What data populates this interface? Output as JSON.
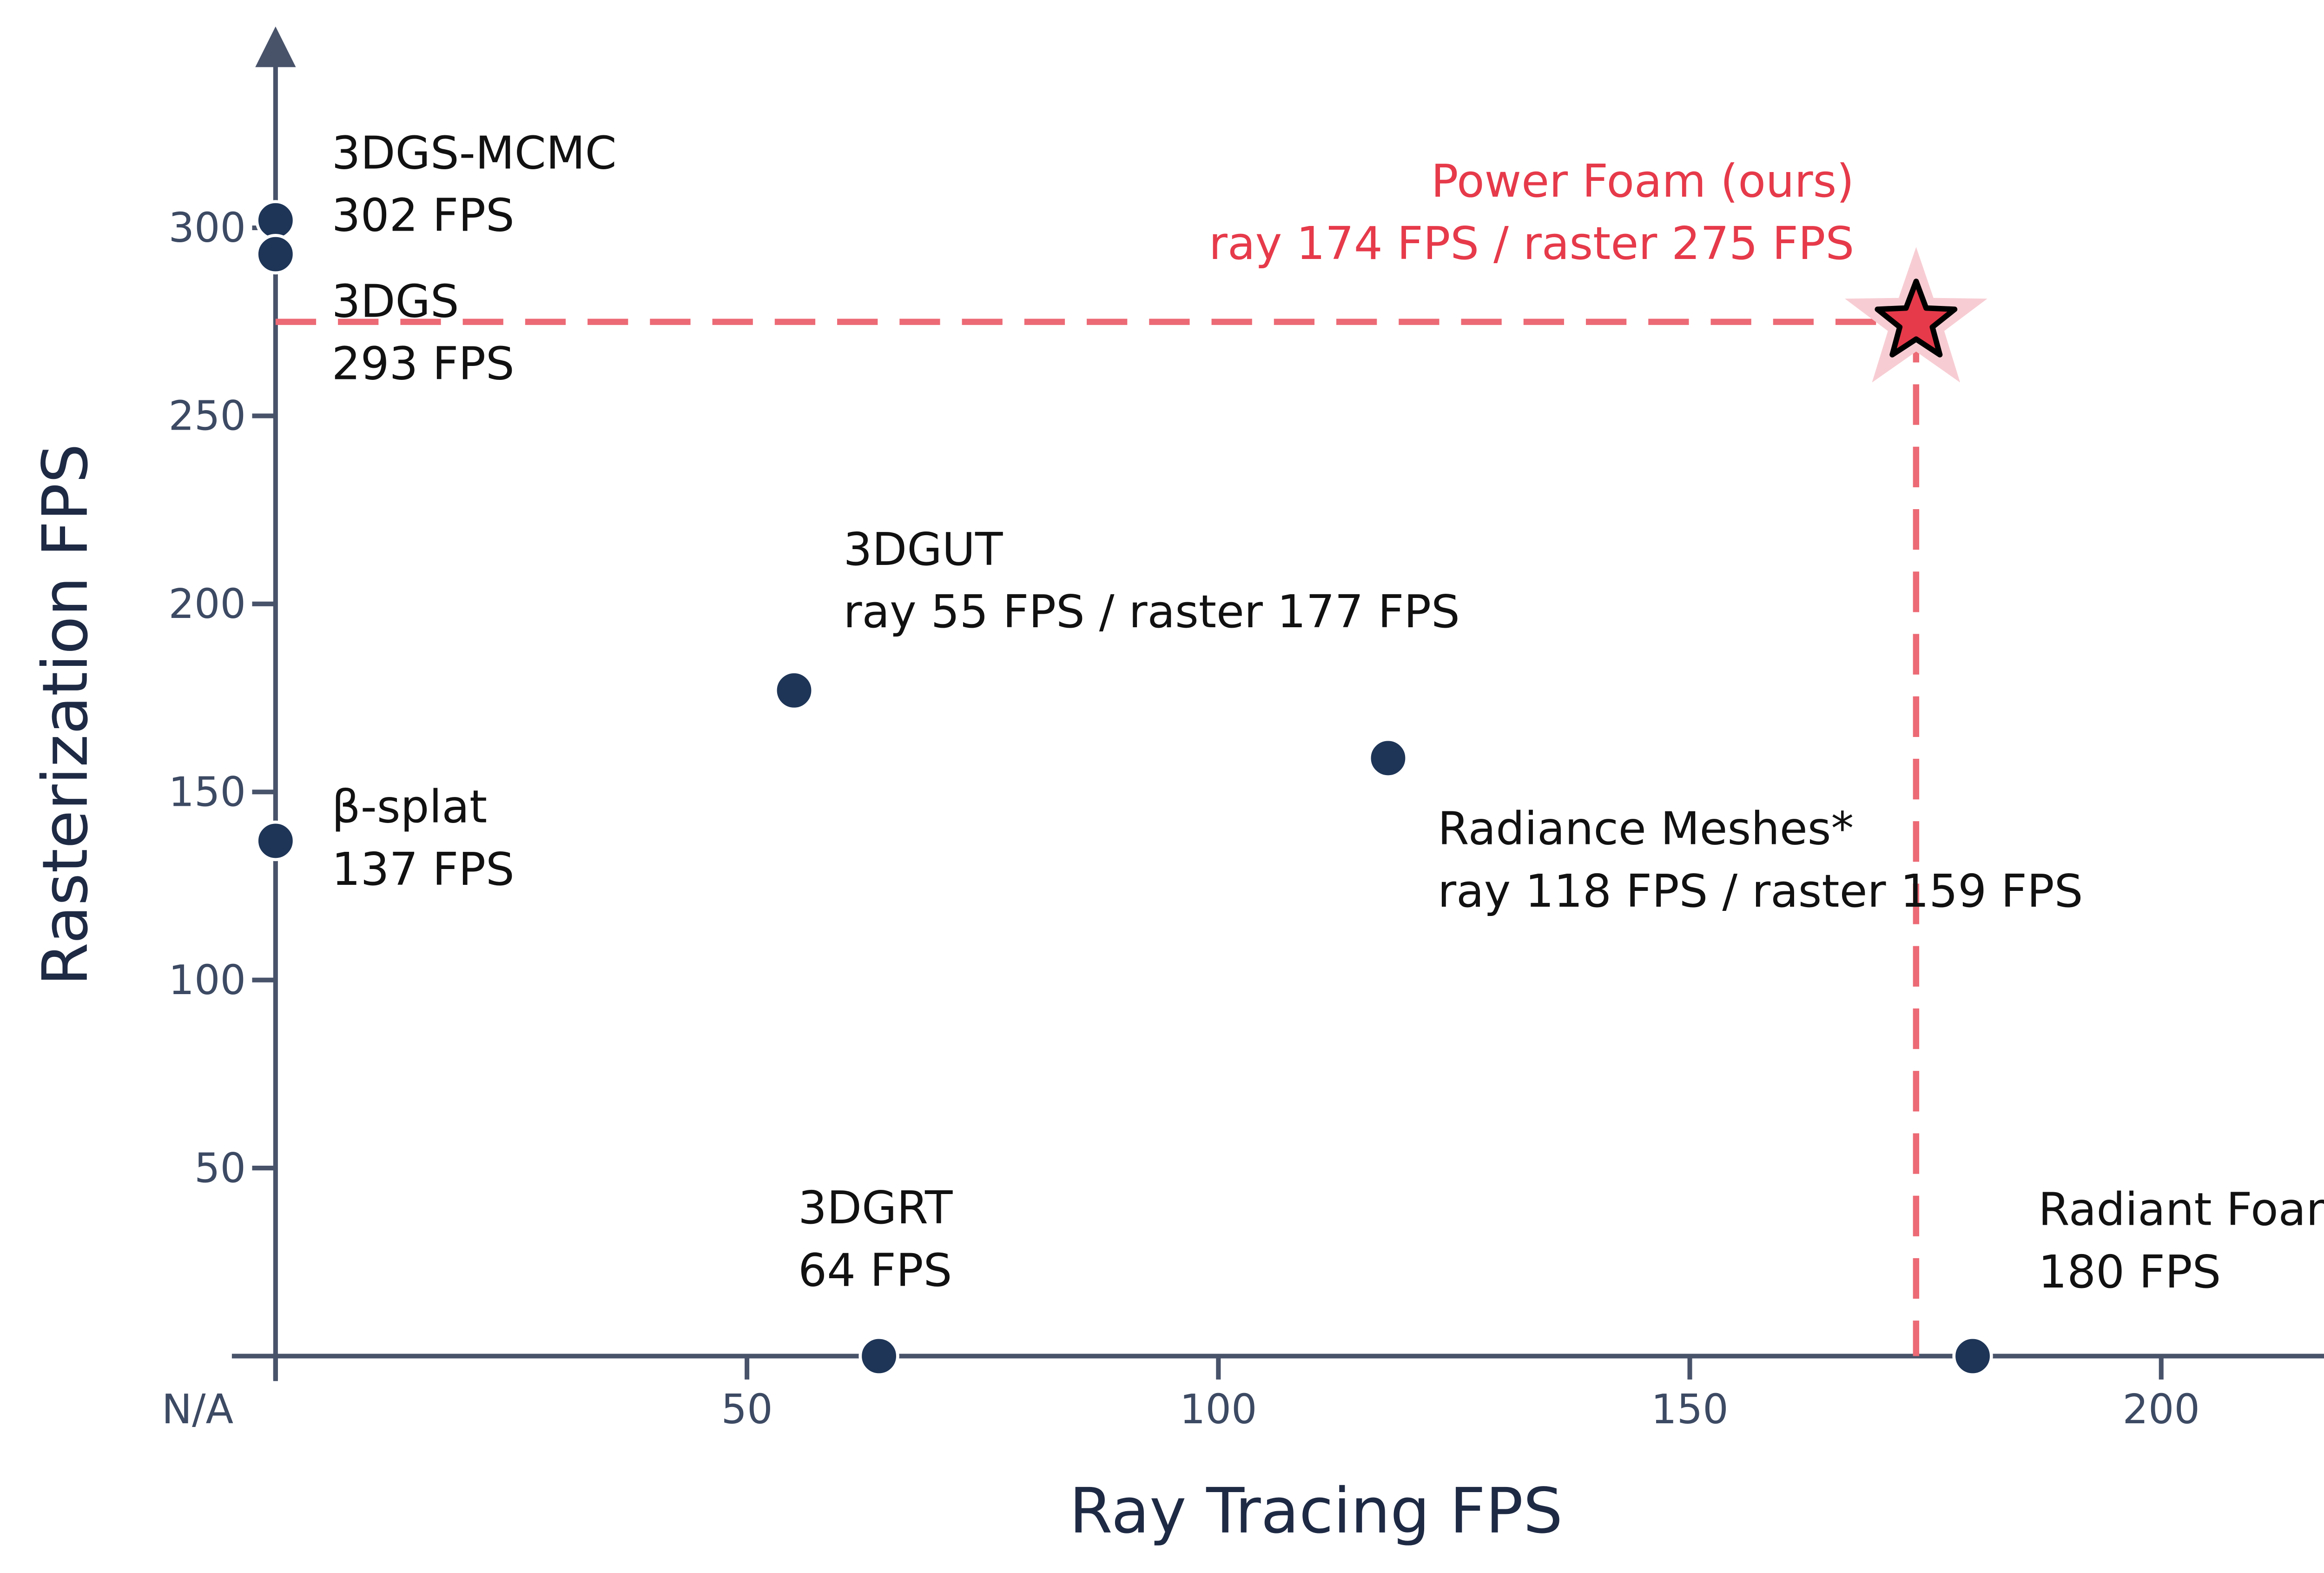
{
  "chart_data": {
    "type": "scatter",
    "xlabel": "Ray Tracing FPS",
    "ylabel": "Rasterization FPS",
    "xlim": [
      -5,
      225
    ],
    "ylim": [
      0,
      335
    ],
    "x_ticks": [
      {
        "value": 0,
        "label": "N/A"
      },
      {
        "value": 50,
        "label": "50"
      },
      {
        "value": 100,
        "label": "100"
      },
      {
        "value": 150,
        "label": "150"
      },
      {
        "value": 200,
        "label": "200"
      }
    ],
    "y_ticks": [
      {
        "value": 50,
        "label": "50"
      },
      {
        "value": 100,
        "label": "100"
      },
      {
        "value": 150,
        "label": "150"
      },
      {
        "value": 200,
        "label": "200"
      },
      {
        "value": 250,
        "label": "250"
      },
      {
        "value": 300,
        "label": "300"
      }
    ],
    "grid": false,
    "points": [
      {
        "name": "3DGS-MCMC",
        "x": null,
        "y": 302,
        "label": [
          "3DGS-MCMC",
          "302 FPS"
        ]
      },
      {
        "name": "3DGS",
        "x": null,
        "y": 293,
        "label": [
          "3DGS",
          "293 FPS"
        ]
      },
      {
        "name": "β-splat",
        "x": null,
        "y": 137,
        "label": [
          "β-splat",
          "137 FPS"
        ]
      },
      {
        "name": "3DGUT",
        "x": 55,
        "y": 177,
        "label": [
          "3DGUT",
          "ray 55 FPS / raster 177 FPS"
        ]
      },
      {
        "name": "Radiance Meshes*",
        "x": 118,
        "y": 159,
        "label": [
          "Radiance Meshes*",
          "ray 118 FPS / raster 159 FPS"
        ]
      },
      {
        "name": "3DGRT",
        "x": 64,
        "y": null,
        "label": [
          "3DGRT",
          "64 FPS"
        ]
      },
      {
        "name": "Radiant Foam",
        "x": 180,
        "y": null,
        "label": [
          "Radiant Foam",
          "180 FPS"
        ]
      }
    ],
    "highlight": {
      "name": "Power Foam (ours)",
      "x": 174,
      "y": 275,
      "label": [
        "Power Foam (ours)",
        "ray 174 FPS / raster 275 FPS"
      ],
      "marker": "star"
    },
    "colors": {
      "point": "#1e3557",
      "axis": "#48536a",
      "highlight": "#e63a4a",
      "halo": "#f7cdd3",
      "dashed": "#ec6a75"
    }
  }
}
